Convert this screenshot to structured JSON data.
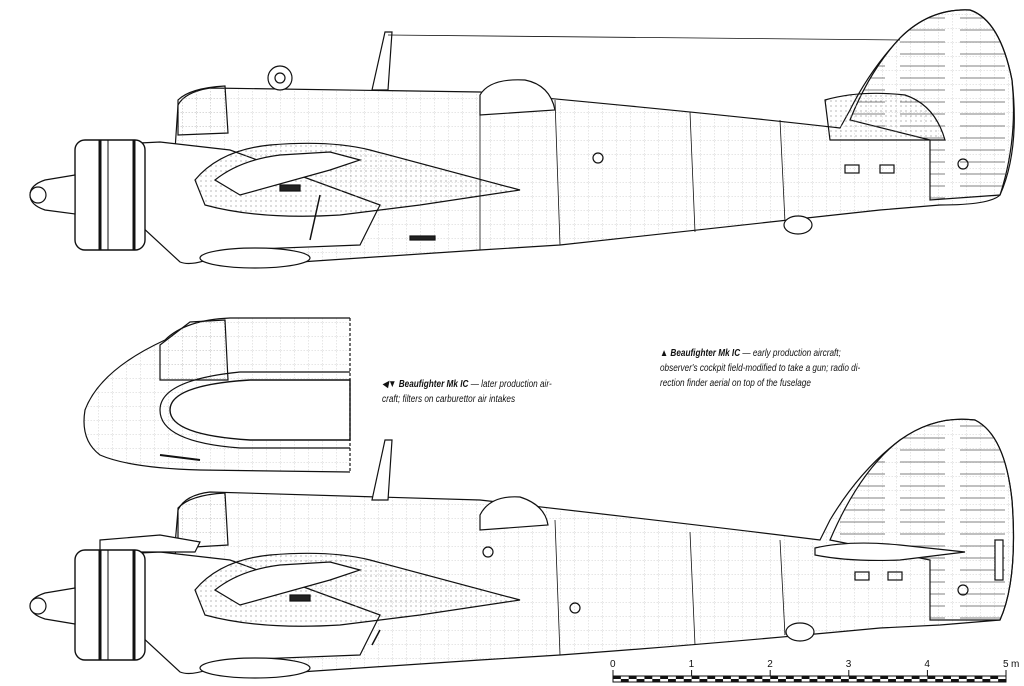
{
  "caption_top": {
    "marker": "▲",
    "title": "Beaufighter Mk IC",
    "line1": " — early production aircraft;",
    "line2": "observer's cockpit field-modified to take a gun; radio di-",
    "line3": "rection finder aerial on top of the fuselage"
  },
  "caption_bottom": {
    "marker": "◀▼",
    "title": "Beaufighter Mk IC",
    "line1": " — later production air-",
    "line2": "craft; filters on carburettor air intakes"
  },
  "scale_bar": {
    "ticks": [
      "0",
      "1",
      "2",
      "3",
      "4",
      "5"
    ],
    "unit": "m",
    "segments_per_meter": 10
  }
}
